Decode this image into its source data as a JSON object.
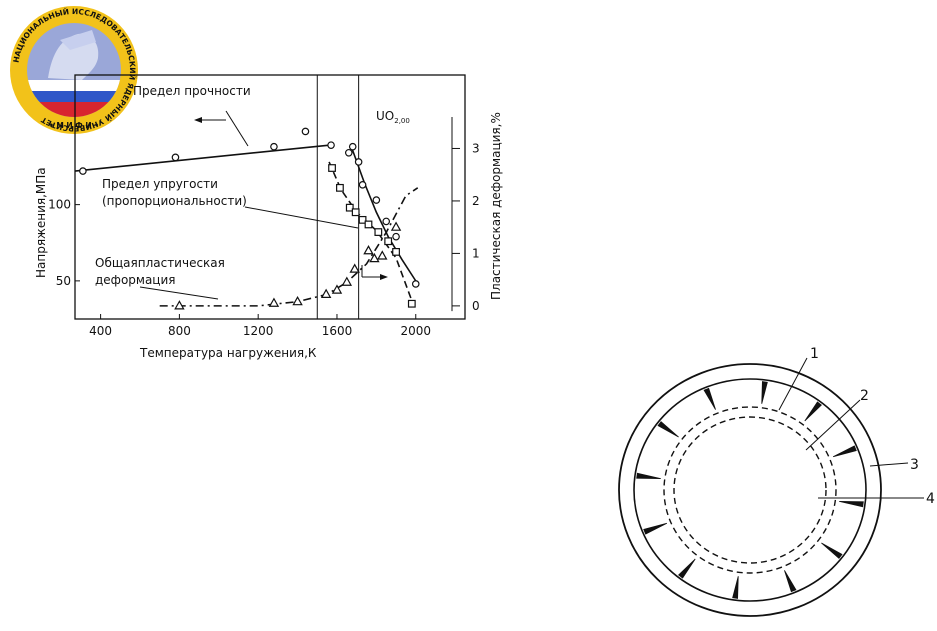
{
  "logo": {
    "ring_text": "НАЦИОНАЛЬНЫЙ ИССЛЕДОВАТЕЛЬСКИЙ ЯДЕРНЫЙ УНИВЕРСИТЕТ",
    "bottom_text": "• М И Ф И •",
    "colors": {
      "ring": "#f2c21a",
      "inner": "#9aa7d8",
      "flag_white": "#ffffff",
      "flag_blue": "#2f57c8",
      "flag_red": "#d8252f"
    }
  },
  "chart_data": [
    {
      "type": "line",
      "title": "",
      "xlabel": "Температура нагружения,К",
      "ylabel": "Напряжения,МПа",
      "y2label": "Пластическая деформация,%",
      "material_label": "UO",
      "material_subscript": "2,00",
      "xlim": [
        270,
        2250
      ],
      "ylim": [
        25,
        185
      ],
      "y2lim": [
        -0.25,
        4.4
      ],
      "xticks": [
        400,
        800,
        1200,
        1600,
        2000
      ],
      "yticks": [
        50,
        100
      ],
      "y2ticks": [
        0,
        1,
        2,
        3
      ],
      "vertical_lines": [
        1500,
        1710
      ],
      "series": [
        {
          "name": "Предел прочности",
          "axis": "y",
          "marker": "circle",
          "points": [
            [
              310,
              122
            ],
            [
              780,
              131
            ],
            [
              1280,
              138
            ],
            [
              1440,
              148
            ],
            [
              1570,
              139
            ],
            [
              1660,
              134
            ],
            [
              1680,
              138
            ],
            [
              1710,
              128
            ],
            [
              1730,
              113
            ],
            [
              1800,
              103
            ],
            [
              1850,
              89
            ],
            [
              1900,
              79
            ],
            [
              2000,
              48
            ]
          ],
          "curves": [
            {
              "style": "solid",
              "points": [
                [
                  270,
                  122
                ],
                [
                  1560,
                  139
                ]
              ]
            },
            {
              "style": "solid",
              "points": [
                [
                  1670,
                  139
                ],
                [
                  1740,
                  114
                ],
                [
                  1800,
                  95
                ],
                [
                  1860,
                  79
                ],
                [
                  1930,
                  64
                ],
                [
                  2000,
                  50
                ]
              ]
            }
          ]
        },
        {
          "name": "Предел упругости (пропорциональности)",
          "axis": "y",
          "marker": "square",
          "points": [
            [
              1575,
              124
            ],
            [
              1615,
              111
            ],
            [
              1665,
              98
            ],
            [
              1695,
              95
            ],
            [
              1730,
              90
            ],
            [
              1760,
              87
            ],
            [
              1810,
              82
            ],
            [
              1860,
              76
            ],
            [
              1900,
              69
            ],
            [
              1980,
              35
            ]
          ],
          "curves": [
            {
              "style": "dashed",
              "points": [
                [
                  1560,
                  128
                ],
                [
                  1620,
                  110
                ],
                [
                  1700,
                  95
                ],
                [
                  1800,
                  83
                ],
                [
                  1900,
                  65
                ],
                [
                  1980,
                  37
                ]
              ]
            }
          ]
        },
        {
          "name": "Общаяпластическая деформация",
          "axis": "y2",
          "marker": "triangle",
          "points": [
            [
              800,
              0.0
            ],
            [
              1280,
              0.05
            ],
            [
              1400,
              0.08
            ],
            [
              1545,
              0.22
            ],
            [
              1600,
              0.3
            ],
            [
              1650,
              0.45
            ],
            [
              1690,
              0.7
            ],
            [
              1760,
              1.05
            ],
            [
              1790,
              0.9
            ],
            [
              1830,
              0.95
            ],
            [
              1900,
              1.5
            ]
          ],
          "curves": [
            {
              "style": "dashdot",
              "points": [
                [
                  700,
                  0.0
                ],
                [
                  1200,
                  0.0
                ],
                [
                  1400,
                  0.08
                ],
                [
                  1550,
                  0.22
                ],
                [
                  1650,
                  0.45
                ],
                [
                  1750,
                  0.8
                ],
                [
                  1850,
                  1.4
                ],
                [
                  1950,
                  2.1
                ],
                [
                  2010,
                  2.25
                ]
              ]
            }
          ]
        }
      ],
      "annotations": [
        {
          "text": "Предел прочности",
          "arrow_direction": "left"
        },
        {
          "text_lines": [
            "Предел упругости",
            "(пропорциональности)"
          ],
          "arrow_direction": "none"
        },
        {
          "text_lines": [
            "Общаяпластическая",
            "деформация"
          ],
          "arrow_direction": "none"
        },
        {
          "text": "",
          "arrow_direction": "right"
        }
      ]
    },
    {
      "type": "diagram",
      "labels": [
        "1",
        "2",
        "3",
        "4"
      ],
      "spokes_count": 12
    }
  ]
}
